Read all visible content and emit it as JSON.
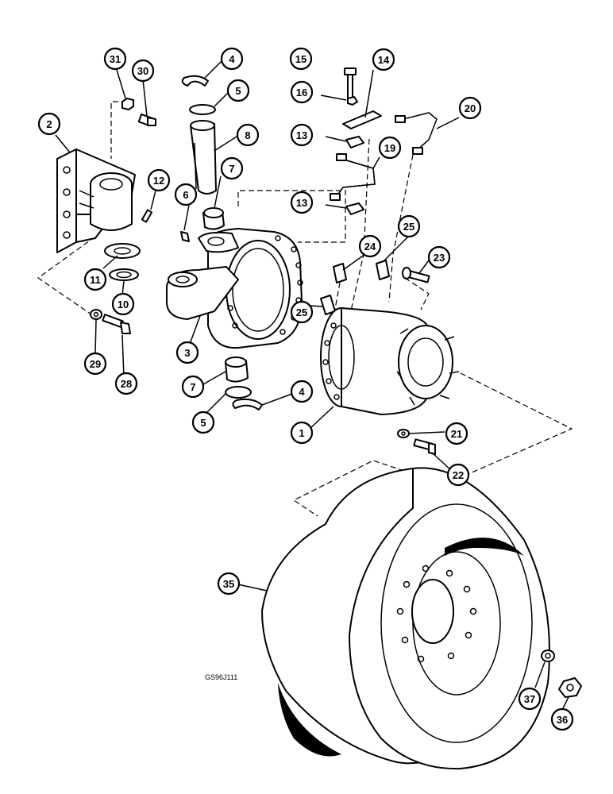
{
  "figure_ref": "GS96J111",
  "callouts": [
    {
      "key": "p31",
      "label": "31"
    },
    {
      "key": "p30",
      "label": "30"
    },
    {
      "key": "p4a",
      "label": "4"
    },
    {
      "key": "p5a",
      "label": "5"
    },
    {
      "key": "p15",
      "label": "15"
    },
    {
      "key": "p14",
      "label": "14"
    },
    {
      "key": "p16",
      "label": "16"
    },
    {
      "key": "p2",
      "label": "2"
    },
    {
      "key": "p8",
      "label": "8"
    },
    {
      "key": "p13a",
      "label": "13"
    },
    {
      "key": "p20",
      "label": "20"
    },
    {
      "key": "p19",
      "label": "19"
    },
    {
      "key": "p12",
      "label": "12"
    },
    {
      "key": "p7a",
      "label": "7"
    },
    {
      "key": "p6",
      "label": "6"
    },
    {
      "key": "p13b",
      "label": "13"
    },
    {
      "key": "p25a",
      "label": "25"
    },
    {
      "key": "p24",
      "label": "24"
    },
    {
      "key": "p23",
      "label": "23"
    },
    {
      "key": "p11",
      "label": "11"
    },
    {
      "key": "p10",
      "label": "10"
    },
    {
      "key": "p25b",
      "label": "25"
    },
    {
      "key": "p29",
      "label": "29"
    },
    {
      "key": "p3",
      "label": "3"
    },
    {
      "key": "p28",
      "label": "28"
    },
    {
      "key": "p7b",
      "label": "7"
    },
    {
      "key": "p4b",
      "label": "4"
    },
    {
      "key": "p5b",
      "label": "5"
    },
    {
      "key": "p1",
      "label": "1"
    },
    {
      "key": "p21",
      "label": "21"
    },
    {
      "key": "p22",
      "label": "22"
    },
    {
      "key": "p35",
      "label": "35"
    },
    {
      "key": "p37",
      "label": "37"
    },
    {
      "key": "p36",
      "label": "36"
    }
  ]
}
